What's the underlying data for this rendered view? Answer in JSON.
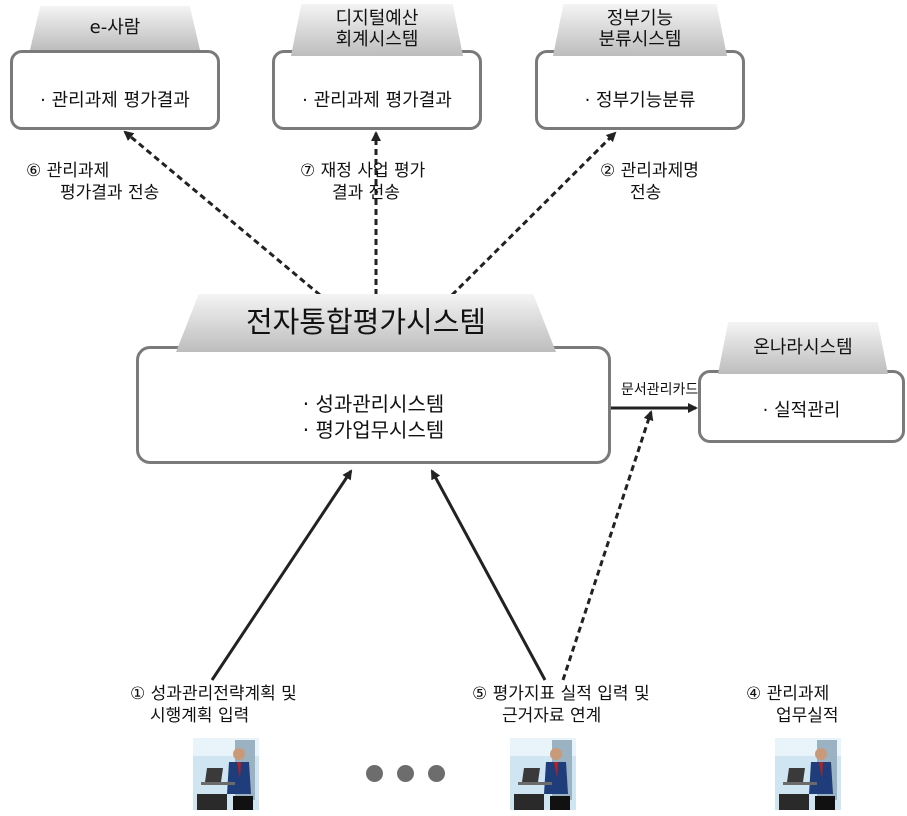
{
  "systems": {
    "e_saram": {
      "title": "e-사람",
      "item": "· 관리과제 평가결과"
    },
    "dbrain": {
      "title_line1": "디지털예산",
      "title_line2": "회계시스템",
      "item": "· 관리과제 평가결과"
    },
    "govfunc": {
      "title_line1": "정부기능",
      "title_line2": "분류시스템",
      "item": "· 정부기능분류"
    },
    "main": {
      "title": "전자통합평가시스템",
      "item1": "· 성과관리시스템",
      "item2": "· 평가업무시스템"
    },
    "onnara": {
      "title": "온나라시스템",
      "item": "· 실적관리"
    }
  },
  "labels": {
    "step6_line1": "⑥ 관리과제",
    "step6_line2": "평가결과 전송",
    "step7_line1": "⑦ 재정 사업 평가",
    "step7_line2": "결과 전송",
    "step2_line1": "② 관리과제명",
    "step2_line2": "전송",
    "doc_card": "문서관리카드",
    "step1_line1": "① 성과관리전략계획 및",
    "step1_line2": "시행계획 입력",
    "step5_line1": "⑤ 평가지표 실적 입력 및",
    "step5_line2": "근거자료 연계",
    "step4_line1": "④ 관리과제",
    "step4_line2": "업무실적"
  },
  "icons": {
    "ellipsis": "ellipsis-icon",
    "user": "office-worker-icon"
  }
}
